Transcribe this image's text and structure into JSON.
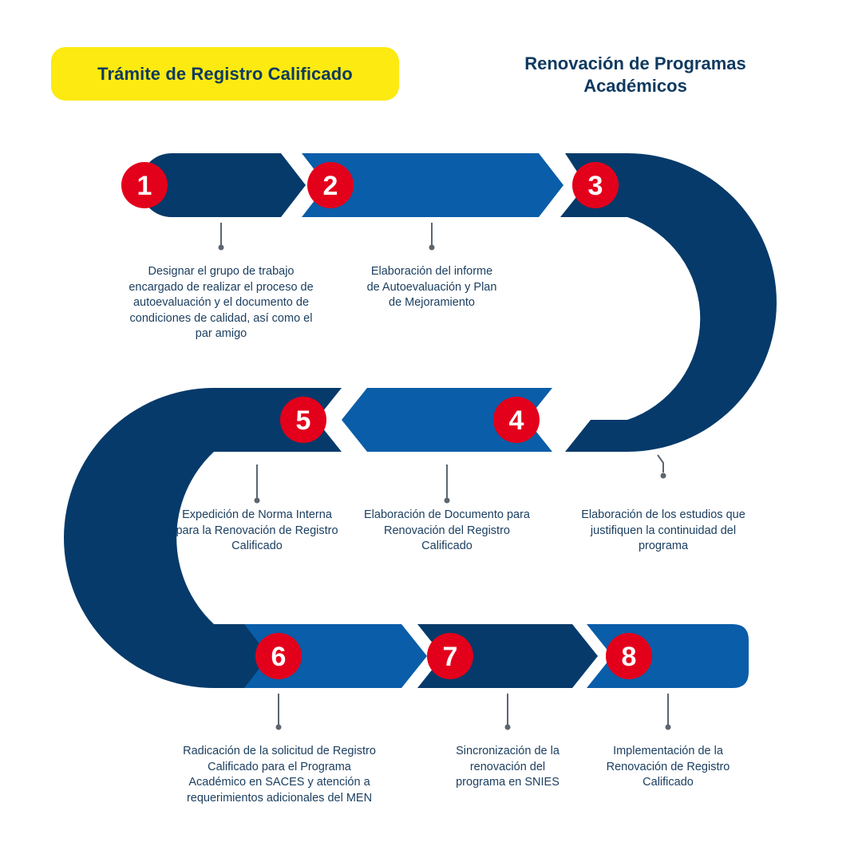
{
  "header": {
    "pill_title": "Trámite de Registro Calificado",
    "subtitle": "Renovación de Programas Académicos"
  },
  "colors": {
    "yellow": "#FCEA10",
    "navy": "#0F3A60",
    "dark_band": "#063A6A",
    "light_band": "#0A5DA8",
    "badge_red": "#E3001B",
    "connector": "#5C6670"
  },
  "steps": [
    {
      "number": "1",
      "text": "Designar el grupo de trabajo encargado de realizar el proceso de autoevaluación y el documento de condiciones de calidad,  así como el par amigo"
    },
    {
      "number": "2",
      "text": "Elaboración del informe de Autoevaluación y Plan de Mejoramiento"
    },
    {
      "number": "3",
      "text": "Elaboración de los estudios que justifiquen la continuidad del programa"
    },
    {
      "number": "4",
      "text": "Elaboración de Documento para Renovación del Registro Calificado"
    },
    {
      "number": "5",
      "text": "Expedición de Norma Interna para la Renovación de Registro Calificado"
    },
    {
      "number": "6",
      "text": "Radicación de la solicitud de Registro Calificado para el Programa Académico en SACES y atención a requerimientos adicionales del MEN"
    },
    {
      "number": "7",
      "text": "Sincronización de la renovación del programa en SNIES"
    },
    {
      "number": "8",
      "text": "Implementación de la Renovación de Registro Calificado"
    }
  ]
}
